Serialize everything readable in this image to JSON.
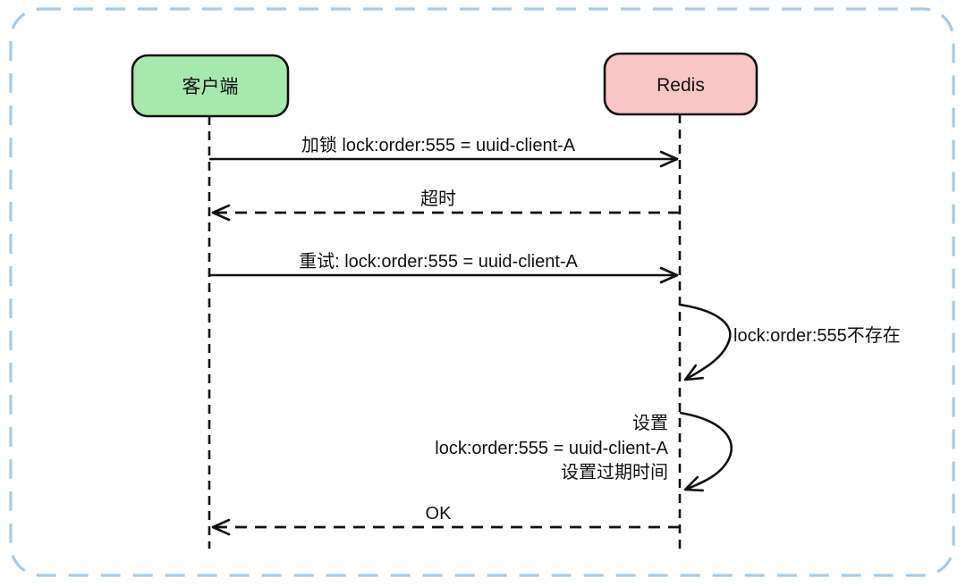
{
  "diagram": {
    "type": "sequence-diagram",
    "topic": "Redis distributed lock acquisition sequence",
    "colors": {
      "outer_border": "#a6cbe8",
      "line": "#111111",
      "client_fill": "#a7e8ad",
      "redis_fill": "#f9c6c7",
      "box_stroke": "#111111"
    },
    "actors": [
      {
        "id": "client",
        "label": "客户端",
        "fill": "#a7e8ad"
      },
      {
        "id": "redis",
        "label": "Redis",
        "fill": "#f9c6c7"
      }
    ],
    "messages": [
      {
        "from": "client",
        "to": "redis",
        "style": "solid",
        "label": "加锁 lock:order:555 = uuid-client-A"
      },
      {
        "from": "redis",
        "to": "client",
        "style": "dashed",
        "label": "超时"
      },
      {
        "from": "client",
        "to": "redis",
        "style": "solid",
        "label": "重试: lock:order:555 = uuid-client-A"
      },
      {
        "from": "redis",
        "to": "redis",
        "style": "self-loop",
        "label": "lock:order:555不存在"
      },
      {
        "from": "redis",
        "to": "redis",
        "style": "self-loop",
        "label_lines": [
          "设置",
          "lock:order:555 = uuid-client-A",
          "设置过期时间"
        ]
      },
      {
        "from": "redis",
        "to": "client",
        "style": "dashed",
        "label": "OK"
      }
    ]
  }
}
